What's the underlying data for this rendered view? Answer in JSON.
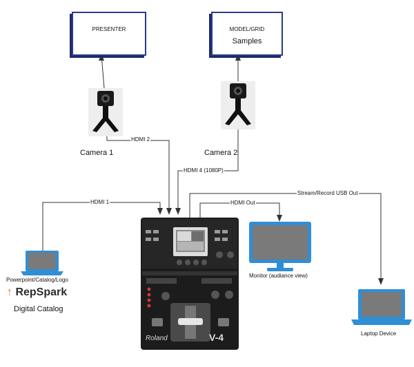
{
  "boxes": {
    "presenter": "PRESENTER",
    "model_title": "MODEL/GRID",
    "model_sub": "Samples"
  },
  "cameras": {
    "camera1": "Camera 1",
    "camera2": "Camera 2"
  },
  "connections": {
    "hdmi1": "HDMI 1",
    "hdmi2": "HDMI 2",
    "hdmi4": "HDMI 4 (1080P)",
    "hdmi_out": "HDMI Out",
    "usb_out": "Stream/Record USB Out"
  },
  "devices": {
    "laptop_caption": "Powerpoint/Catalog/Logo",
    "brand": "RepSpark",
    "brand_sub": "Digital Catalog",
    "monitor_caption": "Monitor (audiance view)",
    "laptop2_caption": "Laptop Device",
    "mixer_brand": "Roland",
    "mixer_model": "V-4"
  },
  "colors": {
    "box_border": "#2a3a8a",
    "device_blue": "#2f8fd6",
    "screen_gray": "#7a7a7a",
    "brand_orange": "#e8742a",
    "line": "#333333"
  }
}
